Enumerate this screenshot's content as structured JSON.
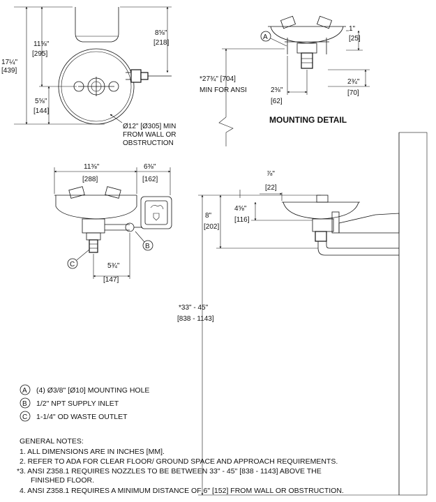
{
  "top_view": {
    "dim_height_in": "17¼\"",
    "dim_height_mm": "[439]",
    "dim_bowl_in": "11⅝\"",
    "dim_bowl_mm": "[295]",
    "dim_valve_in": "5⅝\"",
    "dim_valve_mm": "[144]",
    "dim_right_in": "8⅝\"",
    "dim_right_mm": "[218]",
    "clearance_note": [
      "Ø12\" [Ø305] MIN",
      "FROM WALL OR",
      "OBSTRUCTION"
    ]
  },
  "mounting_detail": {
    "title": "MOUNTING DETAIL",
    "callout": "A",
    "dim_top_in": "1\"",
    "dim_top_mm": "[25]",
    "dim_ansi_in": "*27¾\" [704]",
    "dim_ansi_label": "MIN FOR ANSI",
    "dim_left_in": "2⅜\"",
    "dim_left_mm": "[62]",
    "dim_right_in": "2¾\"",
    "dim_right_mm": "[70]"
  },
  "front_view": {
    "dim_width_in": "11⅜\"",
    "dim_width_mm": "[288]",
    "dim_right_in": "6⅜\"",
    "dim_right_mm": "[162]",
    "dim_bottom_in": "5¾\"",
    "dim_bottom_mm": "[147]",
    "callout_b": "B",
    "callout_c": "C"
  },
  "side_view": {
    "dim_top_in": "⅞\"",
    "dim_top_mm": "[22]",
    "dim_outer_in": "8\"",
    "dim_outer_mm": "[202]",
    "dim_inner_in": "4⅝\"",
    "dim_inner_mm": "[116]",
    "dim_height_in": "*33\" - 45\"",
    "dim_height_mm": "[838 - 1143]"
  },
  "legend": [
    {
      "key": "A",
      "text": "(4) Ø3/8\" [Ø10] MOUNTING HOLE"
    },
    {
      "key": "B",
      "text": "1/2\" NPT SUPPLY INLET"
    },
    {
      "key": "C",
      "text": "1-1/4\" OD WASTE OUTLET"
    }
  ],
  "notes": {
    "heading": "GENERAL NOTES:",
    "lines": [
      "1. ALL DIMENSIONS ARE IN INCHES [MM].",
      "2. REFER TO ADA FOR CLEAR FLOOR/ GROUND SPACE AND APPROACH REQUIREMENTS.",
      "*3. ANSI Z358.1 REQUIRES NOZZLES TO BE BETWEEN 33\" - 45\" [838 - 1143] ABOVE THE",
      "FINISHED FLOOR.",
      "4. ANSI Z358.1 REQUIRES A MINIMUM DISTANCE OF 6\" [152] FROM WALL OR OBSTRUCTION."
    ]
  }
}
